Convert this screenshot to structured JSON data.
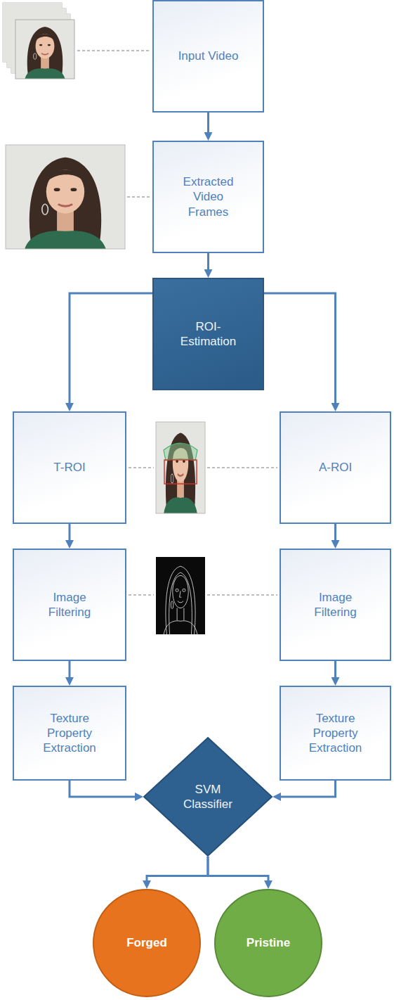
{
  "diagram": {
    "nodes": [
      {
        "text": [
          "Input Video"
        ]
      },
      {
        "text": [
          "Extracted Video Frames"
        ]
      },
      {
        "text": [
          "ROI-Estimation"
        ]
      },
      {
        "text": [
          "T-ROI"
        ]
      },
      {
        "text": [
          "A-ROI"
        ]
      },
      {
        "text": [
          "Image Filtering"
        ]
      },
      {
        "text": [
          "Image Filtering"
        ]
      },
      {
        "text": [
          "Texture Property Extraction"
        ]
      },
      {
        "text": [
          "Texture Property Extraction"
        ]
      },
      {
        "text": [
          "SVM Classifier"
        ]
      },
      {
        "text": [
          "Forged"
        ]
      },
      {
        "text": [
          "Pristine"
        ]
      }
    ],
    "edges": [
      {
        "from": 0,
        "to": 1,
        "arrow": "to"
      },
      {
        "from": 1,
        "to": 2,
        "arrow": "to"
      },
      {
        "from": 2,
        "to": 3,
        "arrow": "to"
      },
      {
        "from": 2,
        "to": 4,
        "arrow": "to"
      },
      {
        "from": 3,
        "to": 5,
        "arrow": "to"
      },
      {
        "from": 4,
        "to": 6,
        "arrow": "to"
      },
      {
        "from": 5,
        "to": 7,
        "arrow": "to"
      },
      {
        "from": 6,
        "to": 8,
        "arrow": "to"
      },
      {
        "from": 7,
        "to": 9,
        "arrow": "to"
      },
      {
        "from": 8,
        "to": 9,
        "arrow": "to"
      },
      {
        "from": 9,
        "to": 10,
        "arrow": "to"
      },
      {
        "from": 9,
        "to": 11,
        "arrow": "to"
      }
    ]
  }
}
